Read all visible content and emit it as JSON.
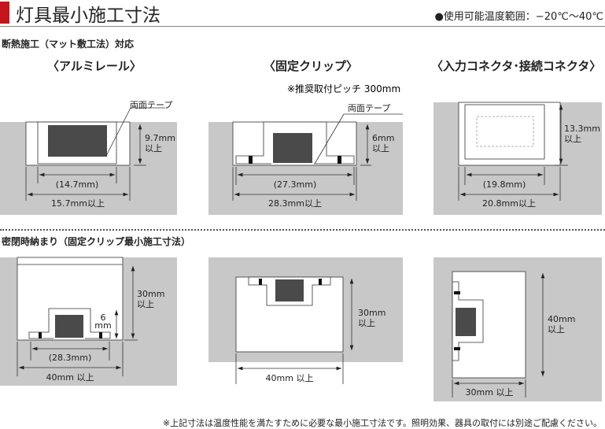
{
  "header": {
    "title": "灯具最小施工寸法",
    "temperature": "●使用可能温度範囲：−20℃～40℃"
  },
  "section1": {
    "title": "断熱施工（マット敷工法）対応",
    "aluminum_rail": {
      "label": "〈アルミレール〉",
      "tape": "両面テープ",
      "height": "9.7mm",
      "height_suffix": "以上",
      "inner_width": "(14.7mm)",
      "min_width": "15.7mm以上"
    },
    "fixing_clip": {
      "label": "〈固定クリップ〉",
      "note": "※推奨取付ピッチ 300mm",
      "tape": "両面テープ",
      "height": "6mm",
      "height_suffix": "以上",
      "inner_width": "(27.3mm)",
      "min_width": "28.3mm以上"
    },
    "connector": {
      "label": "〈入力コネクタ･接続コネクタ〉",
      "height": "13.3mm",
      "height_suffix": "以上",
      "inner_width": "(19.8mm)",
      "min_width": "20.8mm以上"
    }
  },
  "section2": {
    "title": "密閉時納まり（固定クリップ最小施工寸法）",
    "case1": {
      "height": "30mm",
      "height_suffix": "以上",
      "clip_h1": "6",
      "clip_h2": "mm",
      "inner_width": "(28.3mm)",
      "min_width": "40mm 以上"
    },
    "case2": {
      "height": "30mm",
      "height_suffix": "以上",
      "min_width": "40mm 以上"
    },
    "case3": {
      "height": "40mm",
      "height_suffix": "以上",
      "min_width": "30mm 以上"
    }
  },
  "footer": {
    "note": "※上記寸法は温度性能を満たすために必要な最小施工寸法です。照明効果、器具の取付には別途ご配慮ください。"
  },
  "colors": {
    "accent": "#c4161c",
    "wall": "#c8c8c8",
    "light": "#4a4a4a"
  }
}
